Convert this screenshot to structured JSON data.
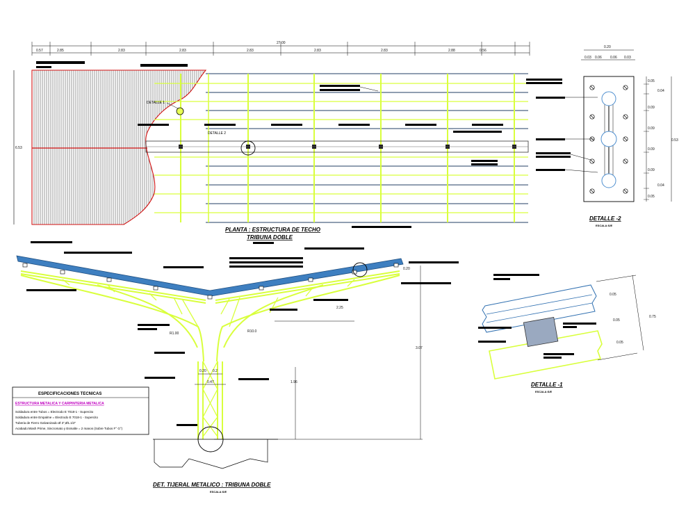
{
  "plan": {
    "total_width": "27.00",
    "bays": [
      "0.57",
      "2.85",
      "2.83",
      "2.83",
      "2.83",
      "2.83",
      "2.83",
      "2.88",
      "0.56"
    ],
    "height": "6.53",
    "title": "PLANTA : ESTRUCTURA DE TECHO",
    "subtitle": "TRIBUNA DOBLE",
    "detail1_tag": "DETALLE 1",
    "detail2_tag": "DETALLE 2"
  },
  "detail2": {
    "title": "DETALLE -2",
    "scale": "ESCALA:S/E",
    "top_width": "0.20",
    "top_subdims": [
      "0.03",
      "0.06",
      "0.06",
      "0.03"
    ],
    "right_dims": [
      "0.05",
      "0.04",
      "0.09",
      "0.09",
      "0.09",
      "0.09",
      "0.04",
      "0.05"
    ],
    "total_height": "0.53"
  },
  "detail1": {
    "title": "DETALLE -1",
    "scale": "ESCALA:S/E",
    "dims": [
      "0.05",
      "0.05",
      "0.05"
    ],
    "total": "0.75"
  },
  "section": {
    "title": "DET. TIJERAL METALICO : TRIBUNA DOBLE",
    "scale": "ESCALA:S/E",
    "radius_left": "R1.00",
    "radius_right": "R10.0",
    "dim_overhang": "2.25",
    "dim_top": "0.20",
    "dim_total_height": "3.07",
    "dim_column_height": "1.96",
    "dim_col_a": "0.20",
    "dim_col_b": "0.2",
    "dim_col_width": "0.47"
  },
  "specs": {
    "title": "ESPECIFICACIONES TECNICAS",
    "subtitle": "ESTRUCTURA METALICA Y CARPINTERIA METALICA",
    "lines": [
      "Soldadura entre Tubos = Electrodo E 7018-1 - Supercito",
      "Soldadura entre Empalme = Electrodo E 7018-1 - Supercito",
      "Tuberia de Fierro Galvanizado Ø 3\",Ø1.1/2\"",
      "Acabado:Wash Prime, Sincromato y Esmalte = 2 manos (Sobre Tubos F° G°)"
    ]
  },
  "colors": {
    "structure": "#d9ff3c",
    "roof": "#2f6fb0",
    "hatch_border": "#d01010",
    "line": "#000000"
  }
}
